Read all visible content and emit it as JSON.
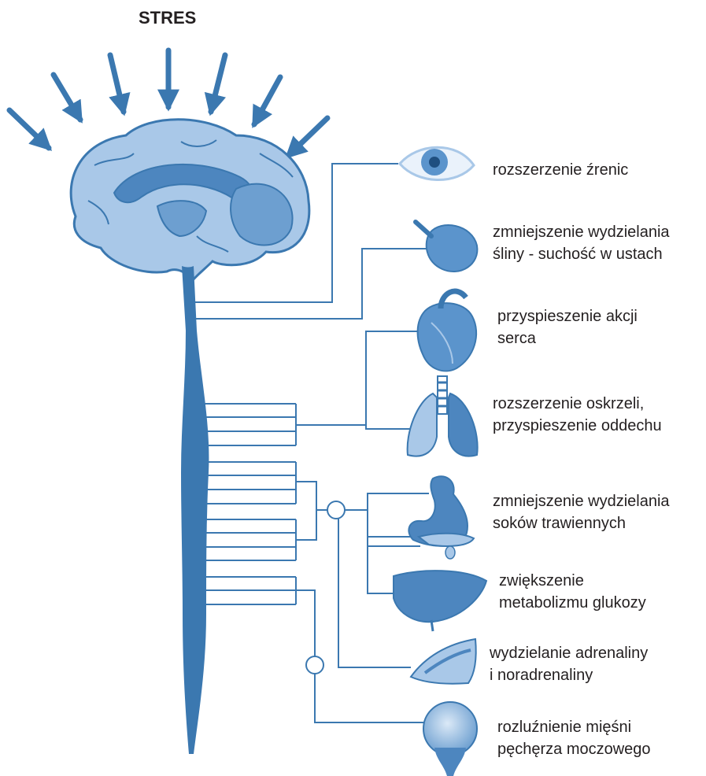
{
  "title": "STRES",
  "colors": {
    "nerve": "#3b78b0",
    "tissue": "#a9c8e8",
    "tissue_dark": "#4d86bf",
    "text": "#231f20"
  },
  "effects": [
    {
      "icon": "eye-icon",
      "lines": [
        "rozszerzenie źrenic"
      ]
    },
    {
      "icon": "salivary-gland-icon",
      "lines": [
        "zmniejszenie wydzielania",
        "śliny - suchość w ustach"
      ]
    },
    {
      "icon": "heart-icon",
      "lines": [
        "przyspieszenie akcji",
        "serca"
      ]
    },
    {
      "icon": "lungs-icon",
      "lines": [
        "rozszerzenie oskrzeli,",
        "przyspieszenie oddechu"
      ]
    },
    {
      "icon": "stomach-icon",
      "lines": [
        "zmniejszenie wydzielania",
        "soków trawiennych"
      ]
    },
    {
      "icon": "liver-icon",
      "lines": [
        "zwiększenie",
        "metabolizmu glukozy"
      ]
    },
    {
      "icon": "adrenal-gland-icon",
      "lines": [
        "wydzielanie adrenaliny",
        "i noradrenaliny"
      ]
    },
    {
      "icon": "bladder-icon",
      "lines": [
        "rozluźnienie mięśni",
        "pęchęrza moczowego"
      ]
    }
  ]
}
